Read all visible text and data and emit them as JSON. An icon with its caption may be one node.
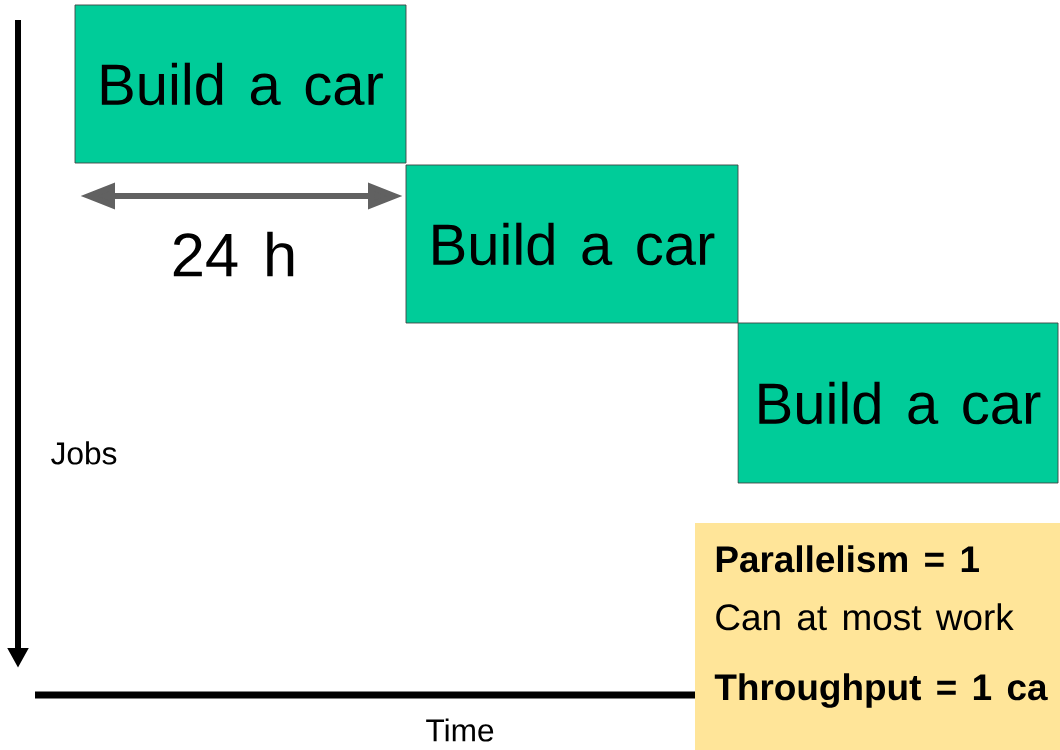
{
  "diagram": {
    "nodes": [
      {
        "text": [
          "Build a car"
        ]
      },
      {
        "text": [
          "Build a car"
        ]
      },
      {
        "text": [
          "Build a car"
        ]
      },
      {
        "text": [
          "Parallelism = 1",
          "Can at most work",
          "Throughput = 1 ca"
        ]
      }
    ],
    "labels": [
      "24 h",
      "Jobs",
      "Time"
    ]
  }
}
